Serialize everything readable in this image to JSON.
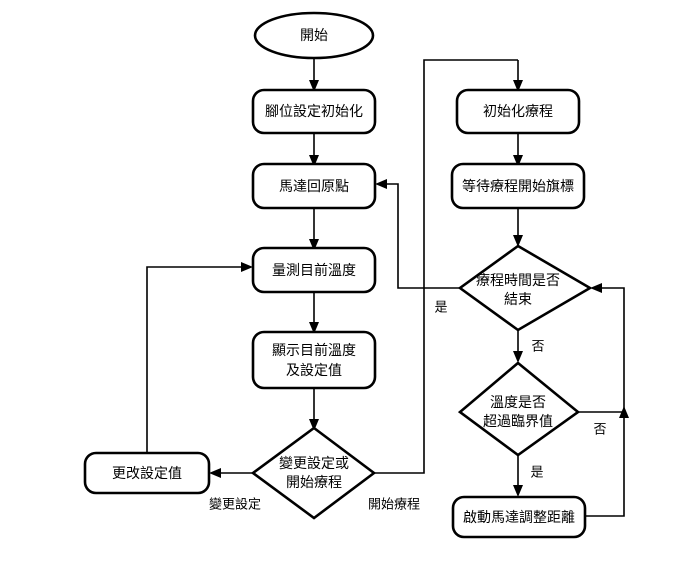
{
  "diagram": {
    "title": "",
    "type": "flowchart",
    "background_color": "#ffffff",
    "stroke_color": "#000000",
    "text_color": "#000000",
    "nodes": [
      {
        "id": "start",
        "shape": "ellipse",
        "label": "開始"
      },
      {
        "id": "pin_init",
        "shape": "rounded-rect",
        "label": "腳位設定初始化"
      },
      {
        "id": "motor_home",
        "shape": "rounded-rect",
        "label": "馬達回原點"
      },
      {
        "id": "measure_temp",
        "shape": "rounded-rect",
        "label": "量測目前溫度"
      },
      {
        "id": "show_temp_1",
        "shape": "rounded-rect",
        "label": "顯示目前溫度"
      },
      {
        "id": "show_temp_2",
        "shape": "rounded-rect",
        "label": "及設定值"
      },
      {
        "id": "decide_mode_1",
        "shape": "diamond",
        "label": "變更設定或"
      },
      {
        "id": "decide_mode_2",
        "shape": "diamond",
        "label": "開始療程"
      },
      {
        "id": "change_set",
        "shape": "rounded-rect",
        "label": "更改設定值"
      },
      {
        "id": "init_course",
        "shape": "rounded-rect",
        "label": "初始化療程"
      },
      {
        "id": "wait_flag",
        "shape": "rounded-rect",
        "label": "等待療程開始旗標"
      },
      {
        "id": "time_end_1",
        "shape": "diamond",
        "label": "療程時間是否"
      },
      {
        "id": "time_end_2",
        "shape": "diamond",
        "label": "結束"
      },
      {
        "id": "temp_over_1",
        "shape": "diamond",
        "label": "溫度是否"
      },
      {
        "id": "temp_over_2",
        "shape": "diamond",
        "label": "超過臨界值"
      },
      {
        "id": "motor_adjust",
        "shape": "rounded-rect",
        "label": "啟動馬達調整距離"
      }
    ],
    "edge_labels": [
      {
        "id": "lbl_change_setting",
        "label": "變更設定"
      },
      {
        "id": "lbl_start_course",
        "label": "開始療程"
      },
      {
        "id": "lbl_yes_time",
        "label": "是"
      },
      {
        "id": "lbl_no_time",
        "label": "否"
      },
      {
        "id": "lbl_no_temp",
        "label": "否"
      },
      {
        "id": "lbl_yes_temp",
        "label": "是"
      }
    ]
  }
}
